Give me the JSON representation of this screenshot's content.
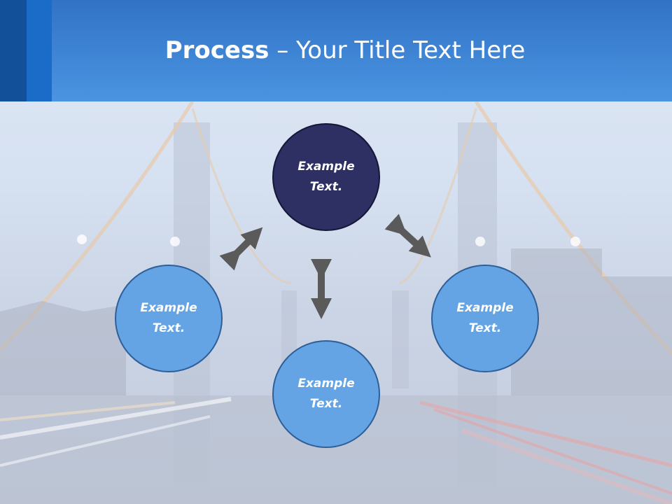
{
  "slide": {
    "title_bold": "Process",
    "title_rest": " – Your Title Text Here"
  },
  "nodes": {
    "top": {
      "label": "Example\nText."
    },
    "left": {
      "label": "Example\nText."
    },
    "right": {
      "label": "Example\nText."
    },
    "bottom": {
      "label": "Example\nText."
    }
  },
  "colors": {
    "header": "#4a95e2",
    "accent_dark": "#12509a",
    "node_dark": "#2e2f62",
    "node_light": "#64a4e4",
    "arrow": "#5a5a5a"
  }
}
